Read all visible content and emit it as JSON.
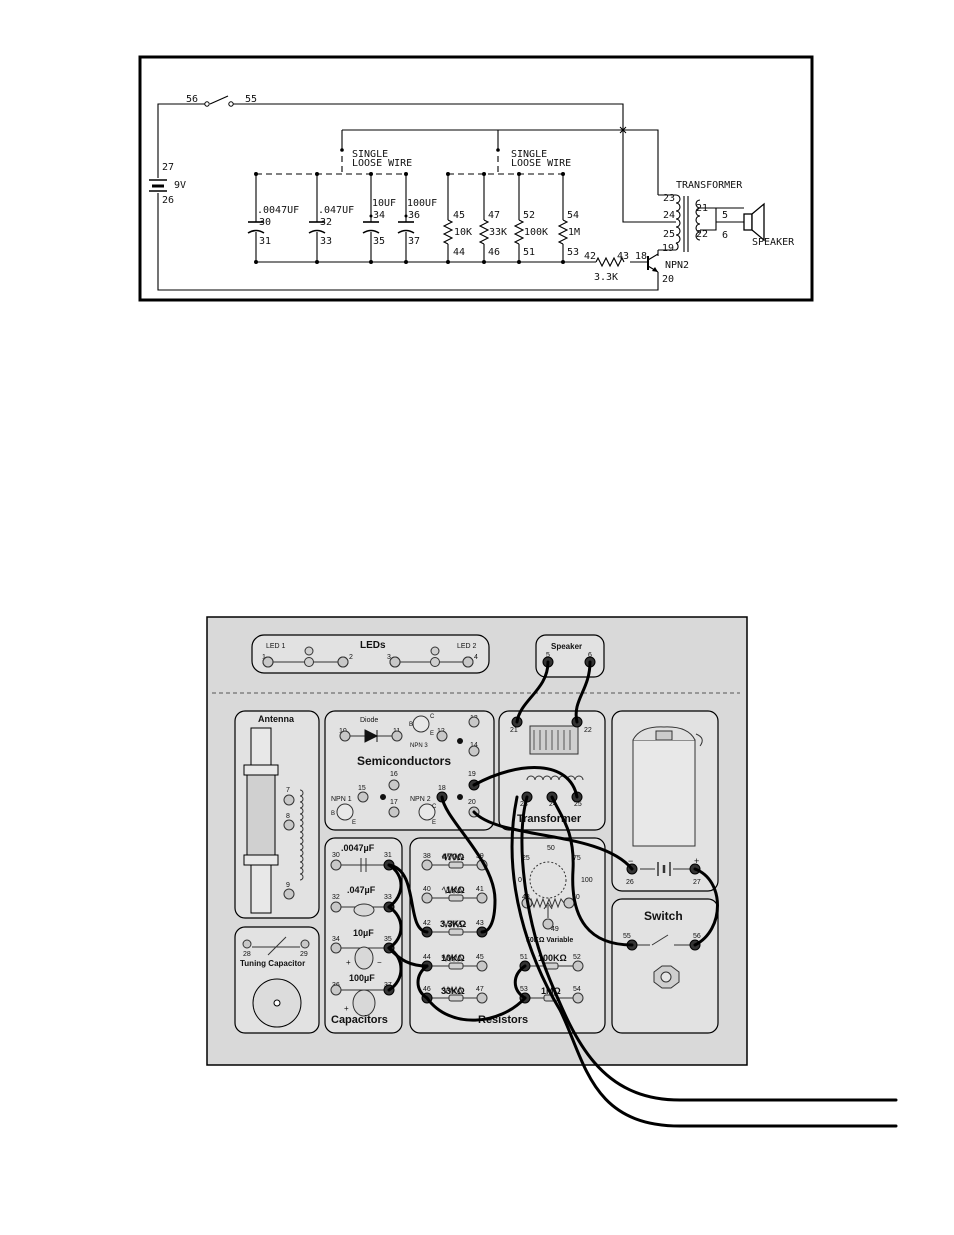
{
  "schematic": {
    "switch_left": "56",
    "switch_right": "55",
    "battery_top": "27",
    "battery_value": "9V",
    "battery_bottom": "26",
    "loose_wire_1": [
      "SINGLE",
      "LOOSE WIRE"
    ],
    "loose_wire_2": [
      "SINGLE",
      "LOOSE WIRE"
    ],
    "capacitors": [
      {
        "value": ".0047UF",
        "top": "30",
        "bottom": "31"
      },
      {
        "value": ".047UF",
        "top": "32",
        "bottom": "33"
      },
      {
        "value": "10UF",
        "top": "34",
        "bottom": "35"
      },
      {
        "value": "100UF",
        "top": "36",
        "bottom": "37"
      }
    ],
    "resistors": [
      {
        "value": "10K",
        "top": "45",
        "bottom": "44"
      },
      {
        "value": "33K",
        "top": "47",
        "bottom": "46"
      },
      {
        "value": "100K",
        "top": "52",
        "bottom": "51"
      },
      {
        "value": "1M",
        "top": "54",
        "bottom": "53"
      }
    ],
    "base_resistor": {
      "left": "42",
      "right": "43",
      "value": "3.3K"
    },
    "transistor": {
      "base": "18",
      "collector": "19",
      "emitter": "20",
      "label": "NPN2"
    },
    "transformer": {
      "label": "TRANSFORMER",
      "p_top": "23",
      "p_mid": "24",
      "p_bottom": "25",
      "s_top": "21",
      "s_bottom": "22"
    },
    "speaker": {
      "label": "SPEAKER",
      "t1": "5",
      "t2": "6"
    }
  },
  "board": {
    "leds": {
      "title": "LEDs",
      "led1": "LED 1",
      "led2": "LED 2",
      "t1": "1",
      "t2": "2",
      "t3": "3",
      "t4": "4"
    },
    "speaker": {
      "title": "Speaker",
      "t1": "5",
      "t2": "6"
    },
    "antenna": {
      "title": "Antenna",
      "t7": "7",
      "t8": "8",
      "t9": "9"
    },
    "tuning": {
      "title": "Tuning Capacitor",
      "t28": "28",
      "t29": "29"
    },
    "semiconductors": {
      "title": "Semiconductors",
      "diode": "Diode",
      "t10": "10",
      "t11": "11",
      "t12": "12",
      "t13": "13",
      "t14": "14",
      "t15": "15",
      "t16": "16",
      "t17": "17",
      "t18": "18",
      "t19": "19",
      "t20": "20",
      "npn3": "NPN 3",
      "npn1": "NPN 1",
      "npn2": "NPN 2",
      "b": "B",
      "c": "C",
      "e": "E"
    },
    "transformer": {
      "title": "Transformer",
      "t21": "21",
      "t22": "22",
      "t23": "23",
      "t24": "24",
      "t25": "25"
    },
    "battery": {
      "minus": "−",
      "plus": "+",
      "t26": "26",
      "t27": "27"
    },
    "capacitors": {
      "title": "Capacitors",
      "c1": ".0047µF",
      "c2": ".047µF",
      "c3": "10µF",
      "c4": "100µF",
      "t30": "30",
      "t31": "31",
      "t32": "32",
      "t33": "33",
      "t34": "34",
      "t35": "35",
      "t36": "36",
      "t37": "37",
      "plus": "+",
      "minus": "−"
    },
    "resistors": {
      "title": "Resistors",
      "r470": "470Ω",
      "r1k": "1KΩ",
      "r33k3": "3.3KΩ",
      "r10k": "10KΩ",
      "r33k": "33KΩ",
      "r100k": "100KΩ",
      "r1m": "1MΩ",
      "t38": "38",
      "t39": "39",
      "t40": "40",
      "t41": "41",
      "t42": "42",
      "t43": "43",
      "t44": "44",
      "t45": "45",
      "t46": "46",
      "t47": "47",
      "t51": "51",
      "t52": "52",
      "t53": "53",
      "t54": "54"
    },
    "pot": {
      "label": "50KΩ Variable",
      "t48": "48",
      "t49": "49",
      "t50": "50",
      "s0": "0",
      "s25": "25",
      "s50": "50",
      "s75": "75",
      "s100": "100"
    },
    "switch": {
      "title": "Switch",
      "t55": "55",
      "t56": "56"
    }
  }
}
